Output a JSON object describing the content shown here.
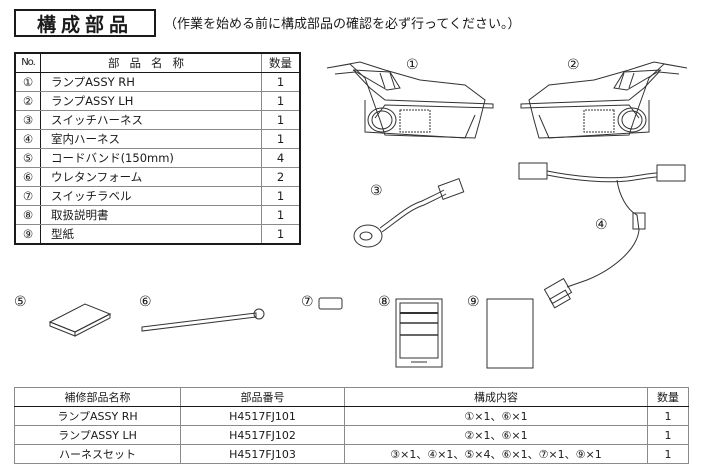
{
  "header": {
    "title": "構成部品",
    "note": "（作業を始める前に構成部品の確認を必ず行ってください。）"
  },
  "parts_table": {
    "headers": {
      "no": "No.",
      "name": "部品名称",
      "qty": "数量"
    },
    "rows": [
      {
        "no": "①",
        "name": "ランプASSY RH",
        "qty": "1"
      },
      {
        "no": "②",
        "name": "ランプASSY LH",
        "qty": "1"
      },
      {
        "no": "③",
        "name": "スイッチハーネス",
        "qty": "1"
      },
      {
        "no": "④",
        "name": "室内ハーネス",
        "qty": "1"
      },
      {
        "no": "⑤",
        "name": "コードバンド(150mm)",
        "qty": "4"
      },
      {
        "no": "⑥",
        "name": "ウレタンフォーム",
        "qty": "2"
      },
      {
        "no": "⑦",
        "name": "スイッチラベル",
        "qty": "1"
      },
      {
        "no": "⑧",
        "name": "取扱説明書",
        "qty": "1"
      },
      {
        "no": "⑨",
        "name": "型紙",
        "qty": "1"
      }
    ]
  },
  "illustrations": {
    "labels": [
      "①",
      "②",
      "③",
      "④",
      "⑤",
      "⑥",
      "⑦",
      "⑧",
      "⑨"
    ]
  },
  "repair_table": {
    "headers": {
      "name": "補修部品名称",
      "part_no": "部品番号",
      "contents": "構成内容",
      "qty": "数量"
    },
    "rows": [
      {
        "name": "ランプASSY RH",
        "part_no": "H4517FJ101",
        "contents": "①×1、⑥×1",
        "qty": "1"
      },
      {
        "name": "ランプASSY LH",
        "part_no": "H4517FJ102",
        "contents": "②×1、⑥×1",
        "qty": "1"
      },
      {
        "name": "ハーネスセット",
        "part_no": "H4517FJ103",
        "contents": "③×1、④×1、⑤×4、⑥×1、⑦×1、⑨×1",
        "qty": "1"
      }
    ]
  }
}
